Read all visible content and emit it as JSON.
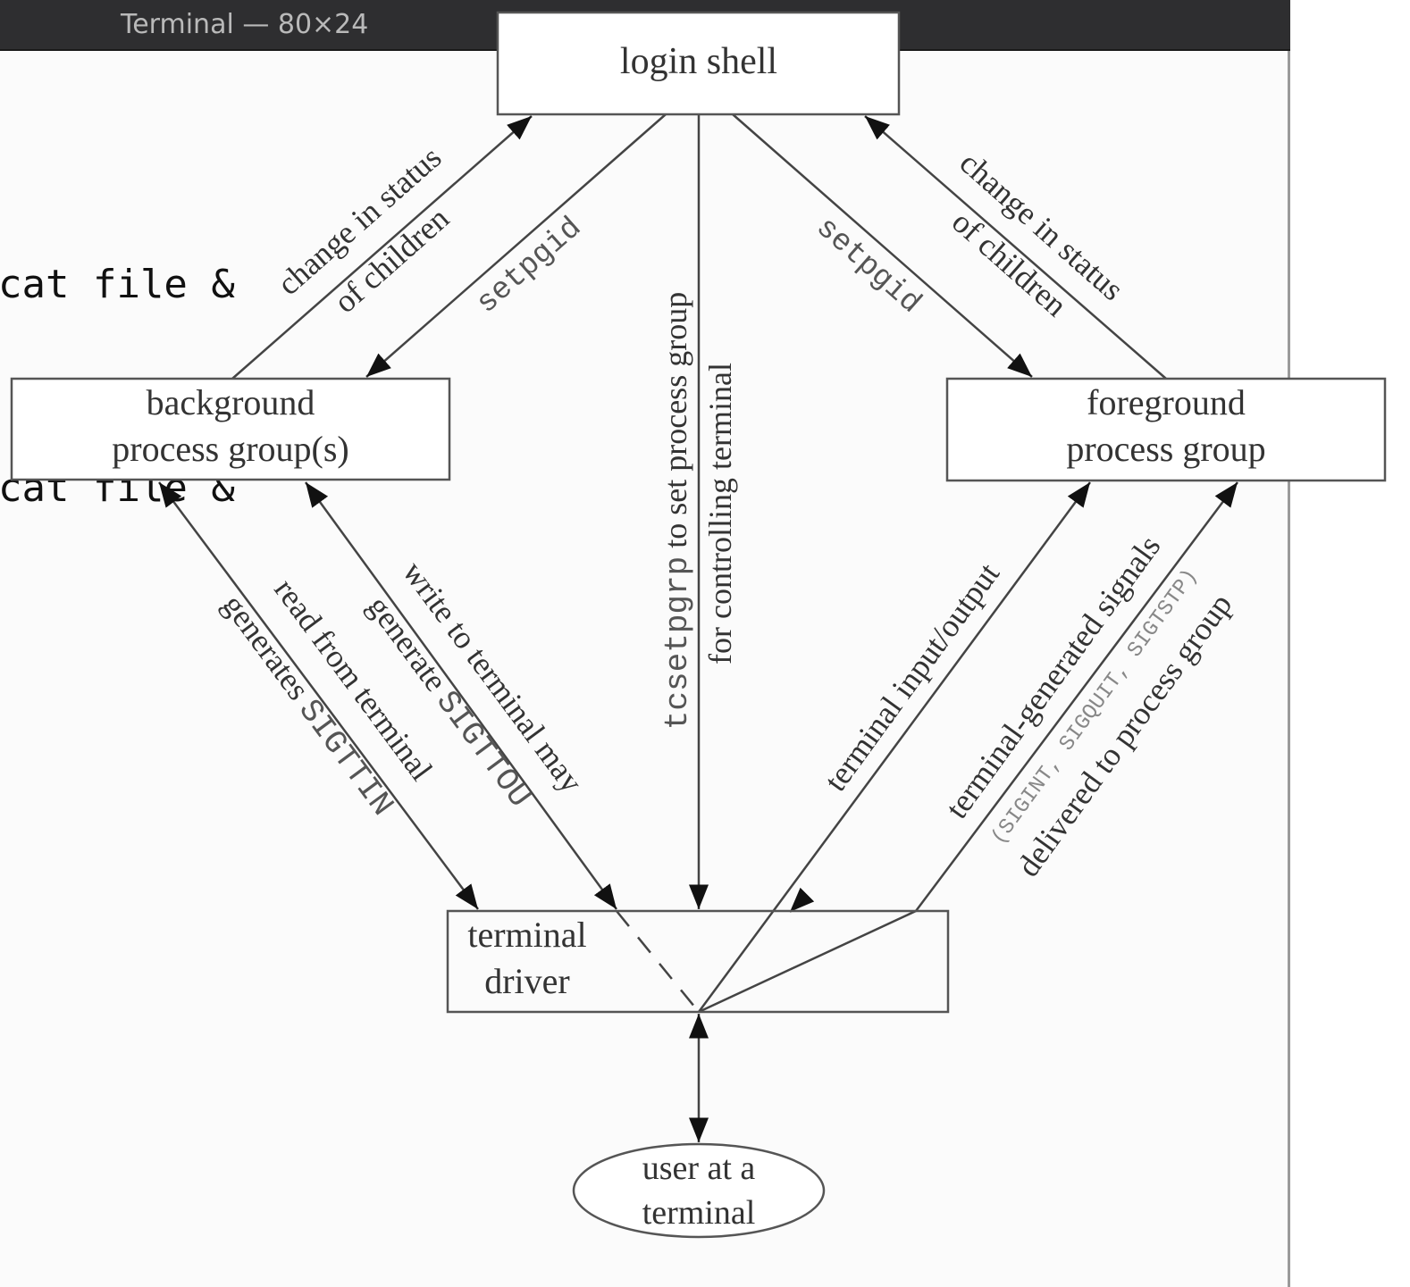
{
  "window": {
    "title": "Terminal — 80×24"
  },
  "terminal": {
    "lines": [
      "cat file &",
      "cat file &"
    ]
  },
  "diagram": {
    "nodes": {
      "login_shell": "login shell",
      "background": [
        "background",
        "process group(s)"
      ],
      "foreground": [
        "foreground",
        "process group"
      ],
      "terminal_driver": [
        "terminal",
        "driver"
      ],
      "user": [
        "user at a",
        "terminal"
      ]
    },
    "edges": {
      "bg_status": [
        "change in status",
        "of children"
      ],
      "bg_setpgid": "setpgid",
      "tcsetpgrp": {
        "cmd": "tcsetpgrp",
        "rest": " to set process group",
        "line2": "for controlling terminal"
      },
      "fg_setpgid": "setpgid",
      "fg_status": [
        "change in status",
        "of children"
      ],
      "read": {
        "line1": "read from terminal",
        "line2": "generates ",
        "signal": "SIGTTIN"
      },
      "write": {
        "line1": "write to terminal may",
        "line2": "generate ",
        "signal": "SIGTTOU"
      },
      "io": "terminal input/output",
      "signals": {
        "line1": "terminal-generated signals",
        "line2": "(SIGINT, SIGQUIT, SIGTSTP)",
        "line3": "delivered to process group"
      }
    }
  }
}
